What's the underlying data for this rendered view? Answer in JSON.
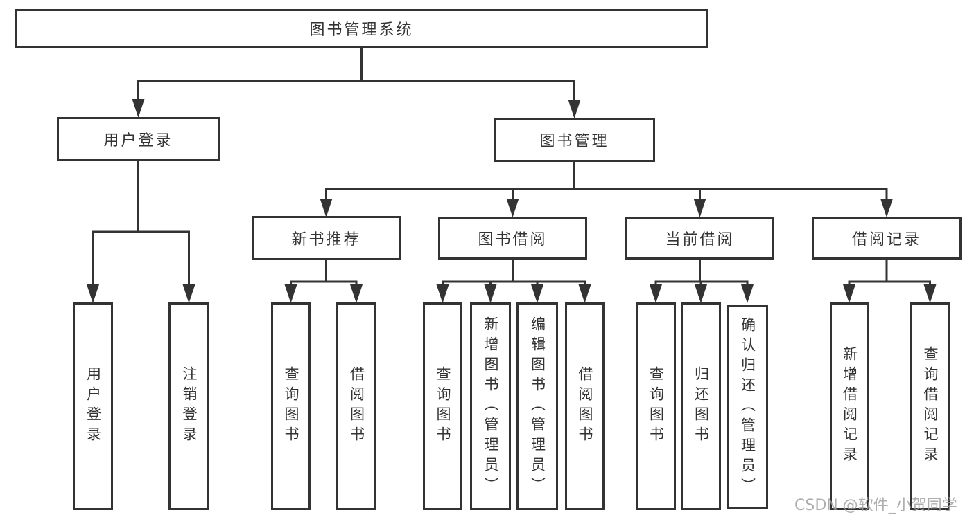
{
  "diagram_title": "图书管理系统",
  "tree": {
    "label": "图书管理系统",
    "children": [
      {
        "label": "用户登录",
        "children": [
          {
            "label": "用户登录"
          },
          {
            "label": "注销登录"
          }
        ]
      },
      {
        "label": "图书管理",
        "children": [
          {
            "label": "新书推荐",
            "children": [
              {
                "label": "查询图书"
              },
              {
                "label": "借阅图书"
              }
            ]
          },
          {
            "label": "图书借阅",
            "children": [
              {
                "label": "查询图书"
              },
              {
                "label": "新增图书（管理员）"
              },
              {
                "label": "编辑图书（管理员）"
              },
              {
                "label": "借阅图书"
              }
            ]
          },
          {
            "label": "当前借阅",
            "children": [
              {
                "label": "查询图书"
              },
              {
                "label": "归还图书"
              },
              {
                "label": "确认归还（管理员）"
              }
            ]
          },
          {
            "label": "借阅记录",
            "children": [
              {
                "label": "新增借阅记录"
              },
              {
                "label": "查询借阅记录"
              }
            ]
          }
        ]
      }
    ]
  },
  "watermark": "CSDN @软件_小贺同学",
  "colors": {
    "line": "#333333",
    "box_border": "#333333",
    "text": "#333333",
    "background": "#ffffff",
    "watermark": "#a0a0a0"
  }
}
